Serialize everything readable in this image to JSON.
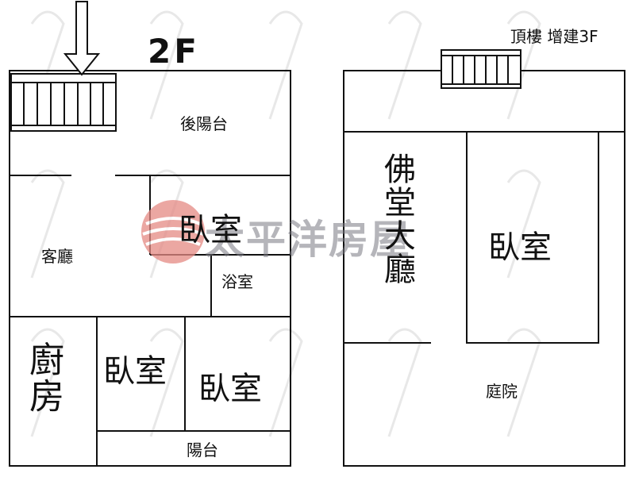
{
  "plan": {
    "floor_title": "2F",
    "top_note": "頂樓 增建3F",
    "watermark": "太平洋房屋",
    "rooms_left": {
      "rear_balcony": "後陽台",
      "living_room": "客廳",
      "bedroom_a": "臥室",
      "bathroom": "浴室",
      "kitchen": "廚房",
      "bedroom_b": "臥室",
      "bedroom_c": "臥室",
      "balcony": "陽台"
    },
    "rooms_right": {
      "buddha_hall": "佛堂大廳",
      "bedroom": "臥室",
      "courtyard": "庭院"
    }
  },
  "colors": {
    "line": "#111111",
    "watermark_red": "#d9534f",
    "background": "#ffffff"
  },
  "icons": [
    "down-arrow-icon",
    "staircase-icon",
    "watermark-logo-icon"
  ]
}
